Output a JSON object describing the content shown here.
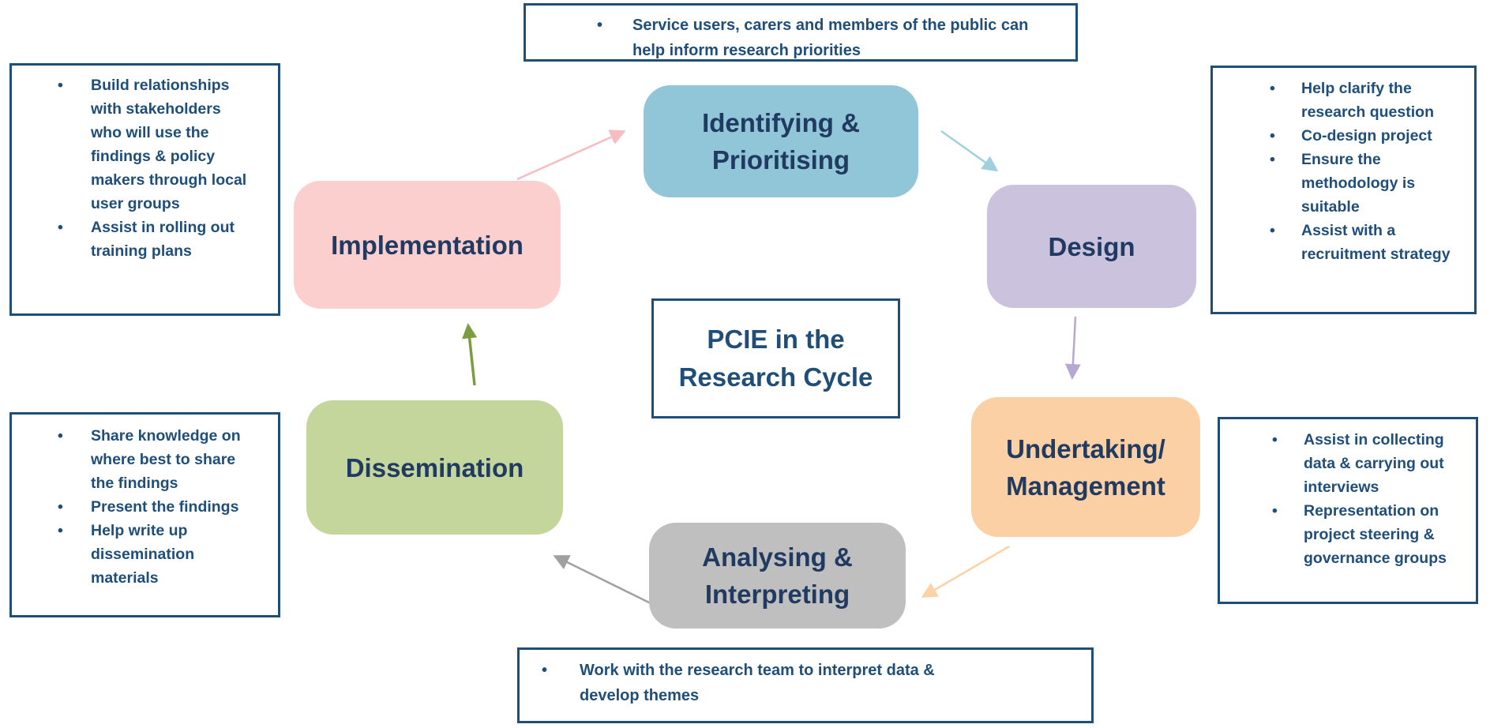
{
  "title": {
    "text": "PCIE in the Research Cycle"
  },
  "stages": {
    "identifying": {
      "label": "Identifying & Prioritising",
      "color": "#90C6D7"
    },
    "design": {
      "label": "Design",
      "color": "#CBC3DE"
    },
    "undertaking": {
      "label": "Undertaking/ Management",
      "color": "#FAD0A4"
    },
    "analysing": {
      "label": "Analysing & Interpreting",
      "color": "#BFBFBF"
    },
    "dissemination": {
      "label": "Dissemination",
      "color": "#C4D69C"
    },
    "implementation": {
      "label": "Implementation",
      "color": "#FBCFCE"
    }
  },
  "callouts": {
    "identifying_note": {
      "items": [
        "Service users, carers and members of the public can help inform research priorities"
      ]
    },
    "design_note": {
      "items": [
        "Help clarify the research question",
        "Co-design project",
        "Ensure the methodology is suitable",
        "Assist with a recruitment strategy"
      ]
    },
    "undertaking_note": {
      "items": [
        "Assist in collecting data & carrying out interviews",
        "Representation on project steering & governance groups"
      ]
    },
    "analysing_note": {
      "items": [
        "Work with the research team to interpret data & develop themes"
      ]
    },
    "dissemination_note": {
      "items": [
        "Share knowledge on where best to share the findings",
        "Present the findings",
        "Help write up dissemination materials"
      ]
    },
    "implementation_note": {
      "items": [
        "Build relationships with stakeholders who will use the findings & policy makers through local user groups",
        "Assist in rolling out training plans"
      ]
    }
  },
  "arrows": {
    "implementation_to_identifying": {
      "color": "#F6BCC0"
    },
    "identifying_to_design": {
      "color": "#9FD0DE"
    },
    "design_to_undertaking": {
      "color": "#B6A8D2"
    },
    "undertaking_to_analysing": {
      "color": "#FBD2A6"
    },
    "analysing_to_dissemination": {
      "color": "#A0A0A0"
    },
    "dissemination_to_implementation": {
      "color": "#7C9D3F"
    }
  },
  "colors": {
    "background": "#FFFFFF",
    "callout_border": "#1F4E79",
    "callout_text": "#1F4E79",
    "stage_text": "#203A61"
  }
}
